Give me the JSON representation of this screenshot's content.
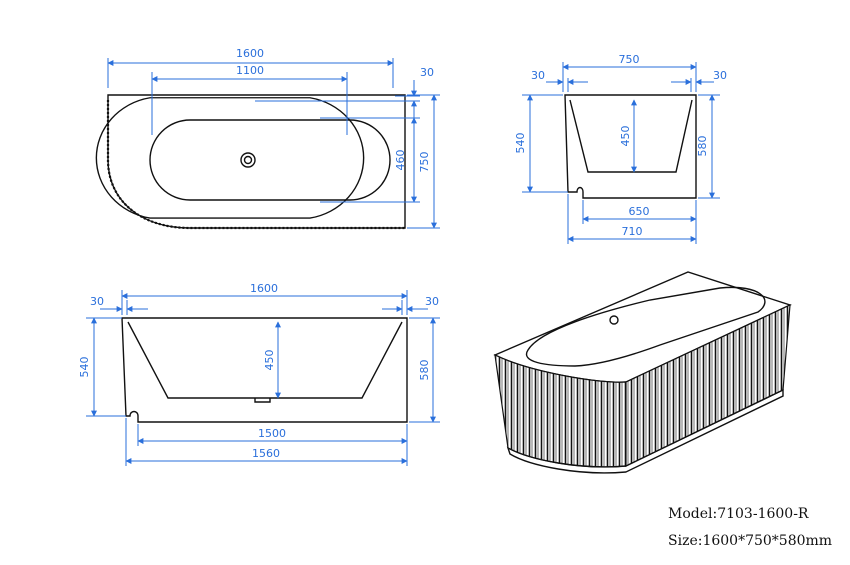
{
  "top_view": {
    "length": "1600",
    "inner_length": "1100",
    "wall": "30",
    "width": "750",
    "inner_width": "460"
  },
  "end_view": {
    "width": "750",
    "wall_left": "30",
    "wall_right": "30",
    "height_left": "540",
    "depth": "450",
    "height_right": "580",
    "base_inner": "650",
    "base_outer": "710"
  },
  "side_view": {
    "length": "1600",
    "wall_left": "30",
    "wall_right": "30",
    "height_left": "540",
    "depth": "450",
    "height_right": "580",
    "base_inner": "1500",
    "base_outer": "1560"
  },
  "spec": {
    "model": "Model:7103-1600-R",
    "size": "Size:1600*750*580mm"
  },
  "colors": {
    "dimension": "#2a6fdb",
    "outline": "#111111"
  }
}
